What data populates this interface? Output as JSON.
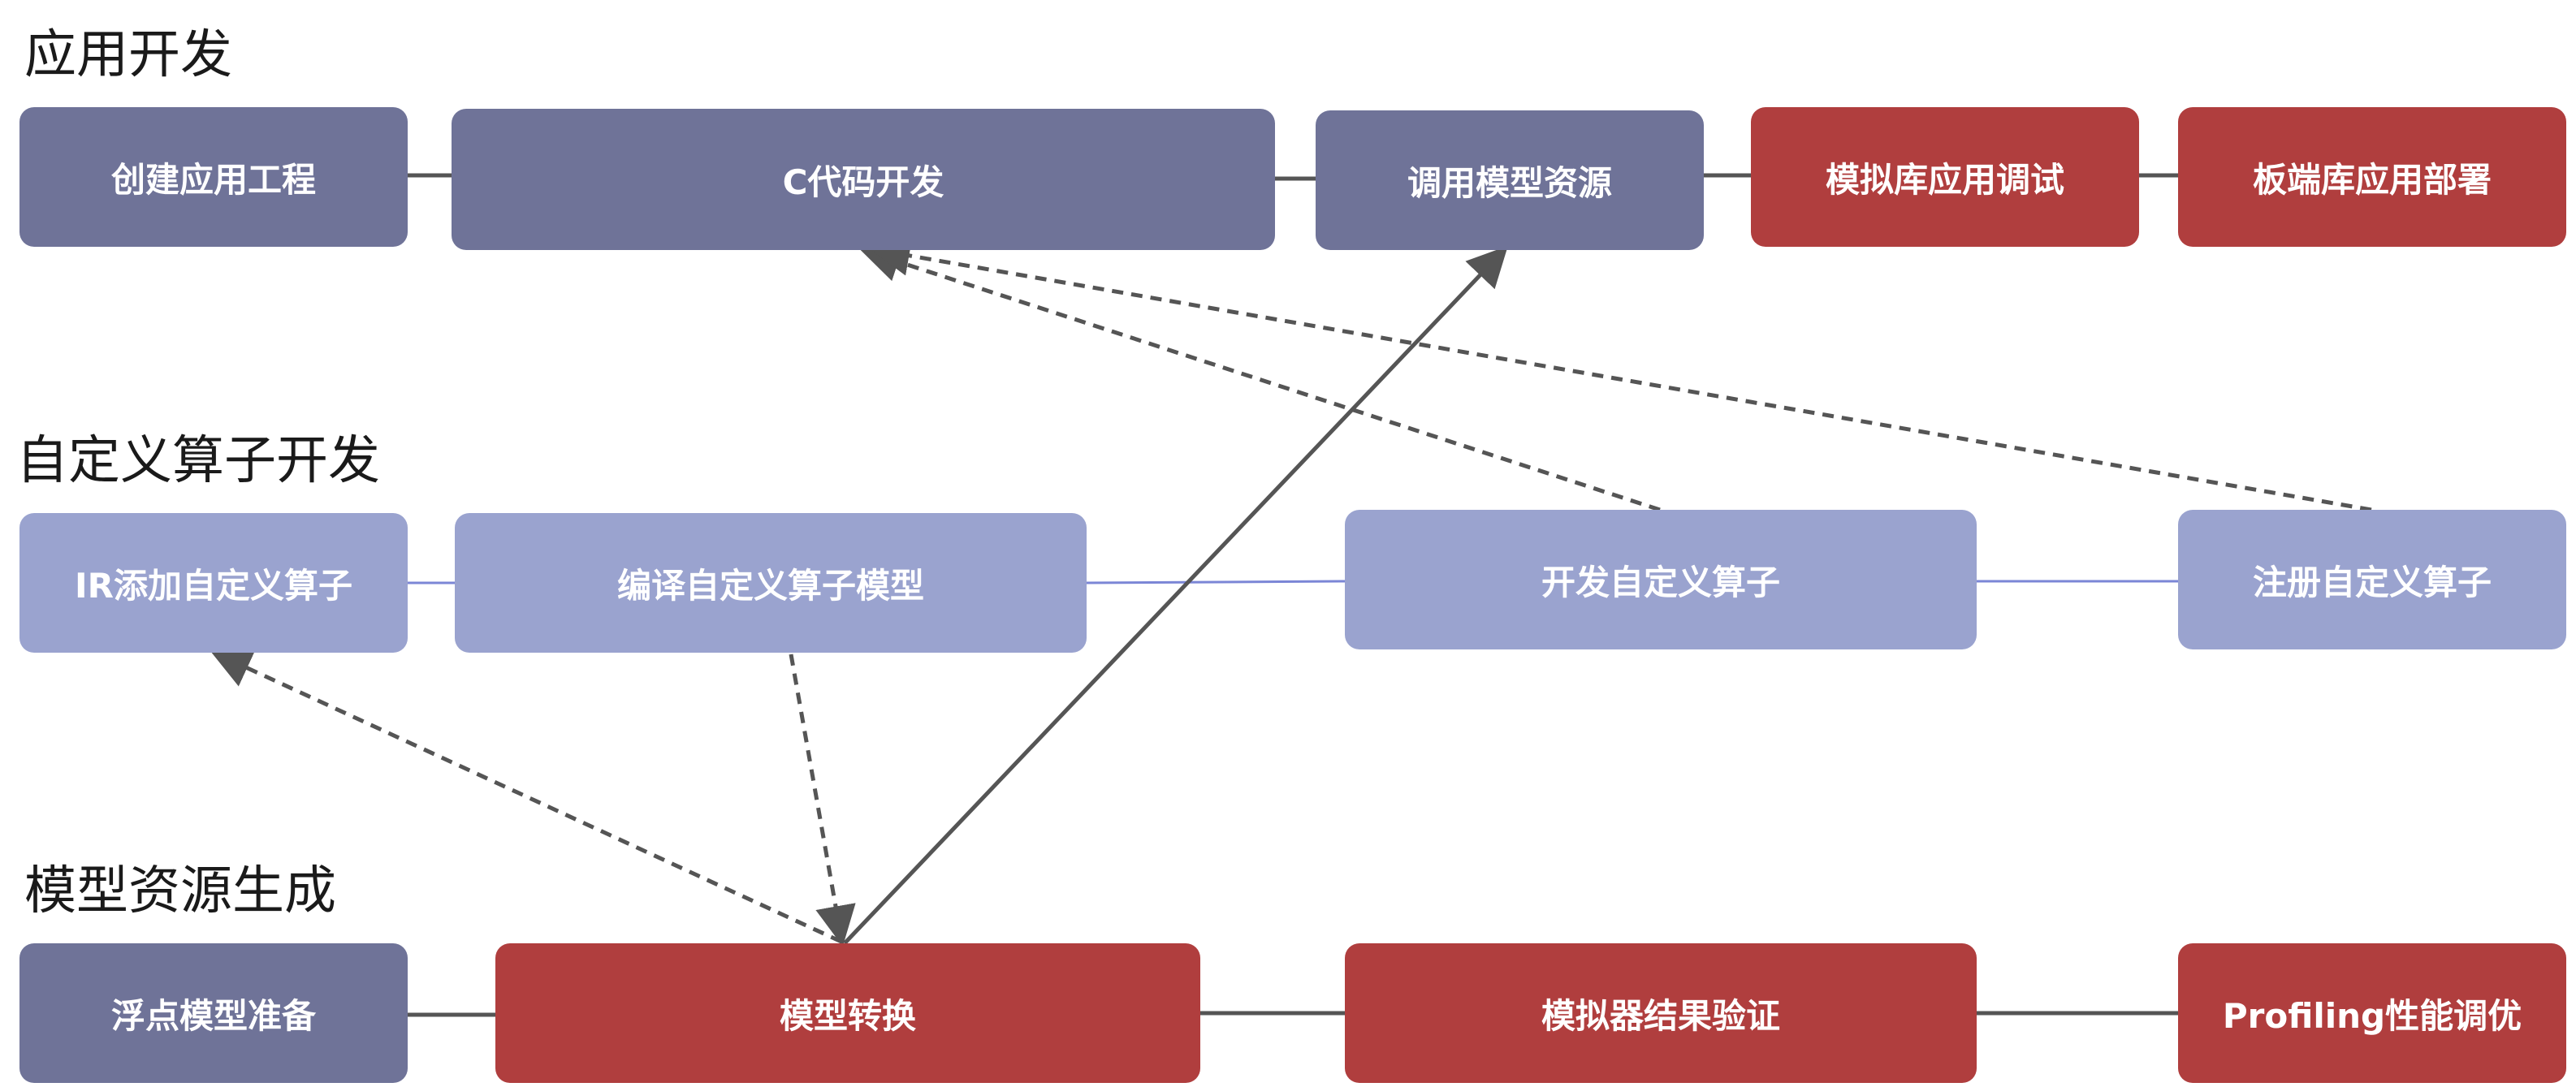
{
  "sections": {
    "app": {
      "title": "应用开发",
      "boxes": [
        "创建应用工程",
        "C代码开发",
        "调用模型资源",
        "模拟库应用调试",
        "板端库应用部署"
      ]
    },
    "op": {
      "title": "自定义算子开发",
      "boxes": [
        "IR添加自定义算子",
        "编译自定义算子模型",
        "开发自定义算子",
        "注册自定义算子"
      ]
    },
    "model": {
      "title": "模型资源生成",
      "boxes": [
        "浮点模型准备",
        "模型转换",
        "模拟器结果验证",
        "Profiling性能调优"
      ]
    }
  },
  "colors": {
    "slate": "#6f7398",
    "red": "#b03e3e",
    "lavender": "#9aa3cf",
    "connector_dark": "#555555",
    "connector_blue": "#7b86d6"
  }
}
